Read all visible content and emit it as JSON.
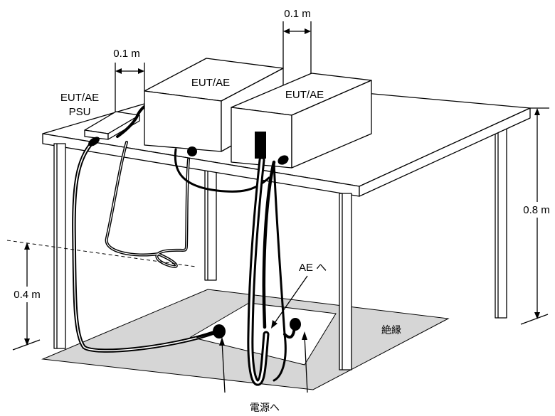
{
  "labels": {
    "gap_between_eut": "0.1 m",
    "gap_psu_eut": "0.1 m",
    "eut_left": "EUT/AE",
    "eut_right": "EUT/AE",
    "psu_line1": "EUT/AE",
    "psu_line2": "PSU",
    "table_height": "0.8 m",
    "cable_height": "0.4 m",
    "to_ae": "AE へ",
    "insulation": "絶縁",
    "to_power": "電源へ"
  },
  "colors": {
    "line": "#000000",
    "insulation_mat": "#d6d6d6",
    "background": "#ffffff"
  }
}
